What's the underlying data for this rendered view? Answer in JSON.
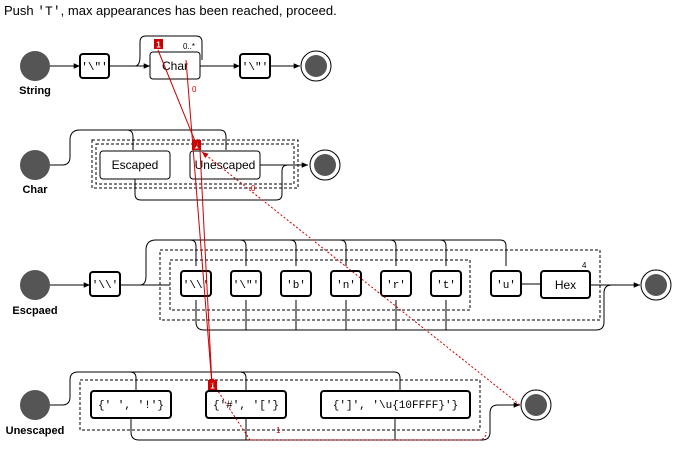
{
  "status": {
    "prefix": "Push ",
    "token": "'T'",
    "suffix": ", max appearances has been reached, proceed."
  },
  "colors": {
    "accent": "#cc0000",
    "line": "#000000",
    "start": "#555555"
  },
  "rules": [
    {
      "name": "String",
      "nodes": [
        "'\\\"'",
        "Char",
        "'\\\"'"
      ],
      "repeat_label": "0..*",
      "counter": "0",
      "marker": "1"
    },
    {
      "name": "Char",
      "nodes": [
        "Escaped",
        "Unescaped"
      ],
      "counter": "0",
      "marker": "1"
    },
    {
      "name": "Escpaed",
      "lead": "'\\\\'",
      "nodes": [
        "'\\\\'",
        "'\\\"'",
        "'b'",
        "'n'",
        "'r'",
        "'t'",
        "'u'",
        "Hex"
      ],
      "hex_repeat": "4"
    },
    {
      "name": "Unescaped",
      "nodes": [
        "{' ', '!'}",
        "{'#', '['}",
        "{']', '\\u{10FFFF}'}"
      ],
      "counter": "1",
      "marker": "1"
    }
  ]
}
